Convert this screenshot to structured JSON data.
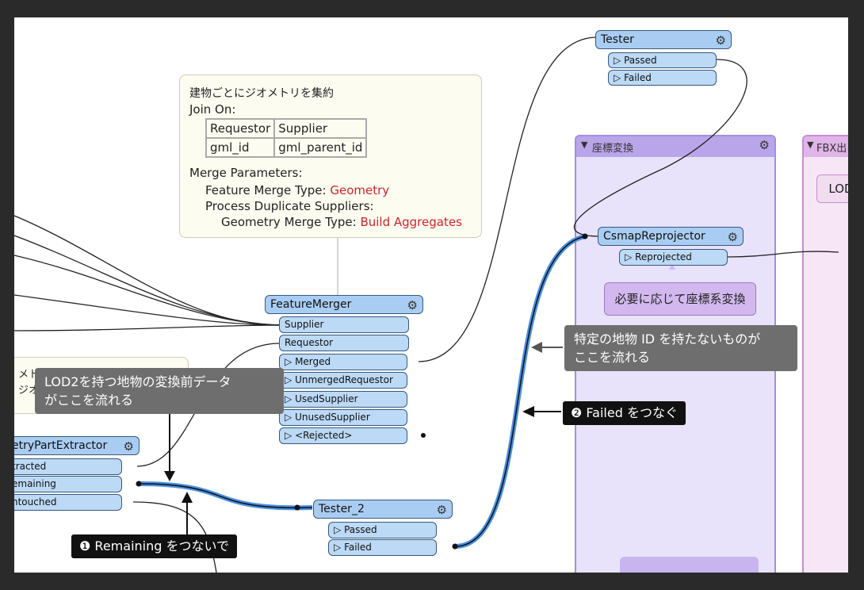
{
  "bookmarks": {
    "coord": {
      "title": "座標変換",
      "color": "#e9e2fb",
      "border": "#a58fdc"
    },
    "fbx": {
      "title": "FBX出",
      "color": "#f6e6f6",
      "border": "#c98dd4",
      "inner_label": "LOD"
    }
  },
  "note_merge": {
    "title": "建物ごとにジオメトリを集約",
    "join_on": "Join On:",
    "table": {
      "headers": [
        "Requestor",
        "Supplier"
      ],
      "row": [
        "gml_id",
        "gml_parent_id"
      ]
    },
    "merge_params": "Merge Parameters:",
    "feature_merge_type_label": "Feature Merge Type:",
    "feature_merge_type_value": "Geometry",
    "process_dup": "Process Duplicate Suppliers:",
    "geometry_merge_type_label": "Geometry Merge Type:",
    "geometry_merge_type_value": "Build Aggregates"
  },
  "note_left_partial": {
    "line1": "メトリ",
    "line2": "ジオメ"
  },
  "tester_top": {
    "name": "Tester",
    "ports": [
      "Passed",
      "Failed"
    ]
  },
  "feature_merger": {
    "name": "FeatureMerger",
    "inputs": [
      "Supplier",
      "Requestor"
    ],
    "outputs": [
      "Merged",
      "UnmergedRequestor",
      "UsedSupplier",
      "UnusedSupplier",
      "<Rejected>"
    ]
  },
  "csmap": {
    "name": "CsmapReprojector",
    "output": "Reprojected",
    "note": "必要に応じて座標系変換"
  },
  "gpe": {
    "name": "etryPartExtractor",
    "outputs": [
      "tracted",
      "emaining",
      "ntouched"
    ]
  },
  "tester2": {
    "name": "Tester_2",
    "ports": [
      "Passed",
      "Failed"
    ]
  },
  "callouts": {
    "lod2": {
      "line1": "LOD2を持つ地物の変換前データ",
      "line2": "がここを流れる"
    },
    "no_id": {
      "line1": "特定の地物 ID を持たないものが",
      "line2": "ここを流れる"
    }
  },
  "labels": {
    "failed_connect": "❷ Failed をつなぐ",
    "remaining_connect": "❶ Remaining をつないで"
  },
  "colors": {
    "node": "#a9cdf2",
    "port": "#bcd9f6",
    "selected_wire": "#4a90e2",
    "callout": "#6e6e6e"
  }
}
